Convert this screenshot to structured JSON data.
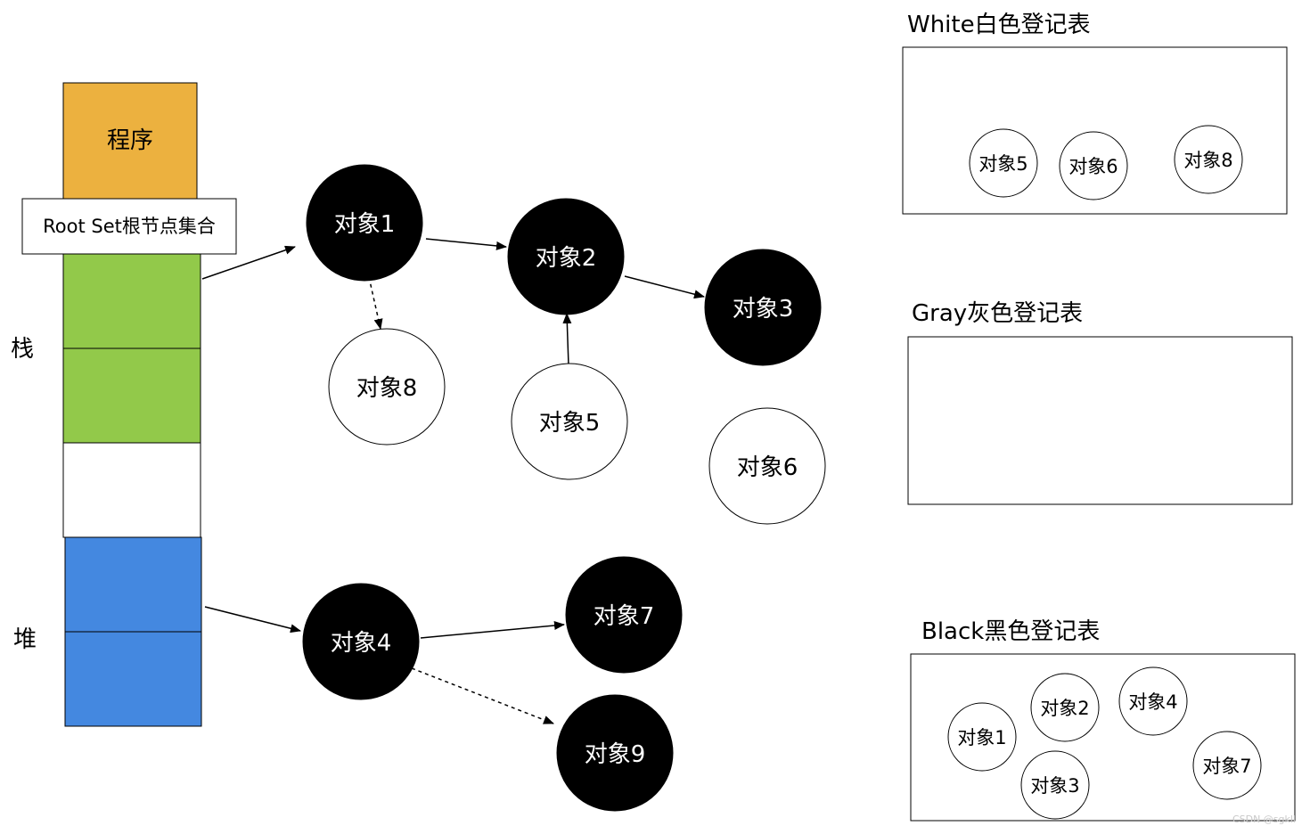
{
  "colors": {
    "program": "#ecb13f",
    "stack": "#92c94a",
    "heap": "#4488e0",
    "black_node": "#000000",
    "white_node": "#ffffff",
    "stroke": "#000000"
  },
  "memory": {
    "program_label": "程序",
    "root_set_label": "Root Set根节点集合",
    "stack_label": "栈",
    "heap_label": "堆"
  },
  "graph_nodes": {
    "obj1": {
      "label": "对象1",
      "color": "black"
    },
    "obj2": {
      "label": "对象2",
      "color": "black"
    },
    "obj3": {
      "label": "对象3",
      "color": "black"
    },
    "obj8": {
      "label": "对象8",
      "color": "white"
    },
    "obj5": {
      "label": "对象5",
      "color": "white"
    },
    "obj6": {
      "label": "对象6",
      "color": "white"
    },
    "obj4": {
      "label": "对象4",
      "color": "black"
    },
    "obj7": {
      "label": "对象7",
      "color": "black"
    },
    "obj9": {
      "label": "对象9",
      "color": "black"
    }
  },
  "registers": {
    "white": {
      "title": "White白色登记表",
      "items": [
        "对象5",
        "对象6",
        "对象8"
      ]
    },
    "gray": {
      "title": "Gray灰色登记表",
      "items": []
    },
    "black": {
      "title": "Black黑色登记表",
      "items": [
        "对象2",
        "对象4",
        "对象1",
        "对象7",
        "对象3"
      ]
    }
  },
  "watermark": "CSDN @sgkll"
}
